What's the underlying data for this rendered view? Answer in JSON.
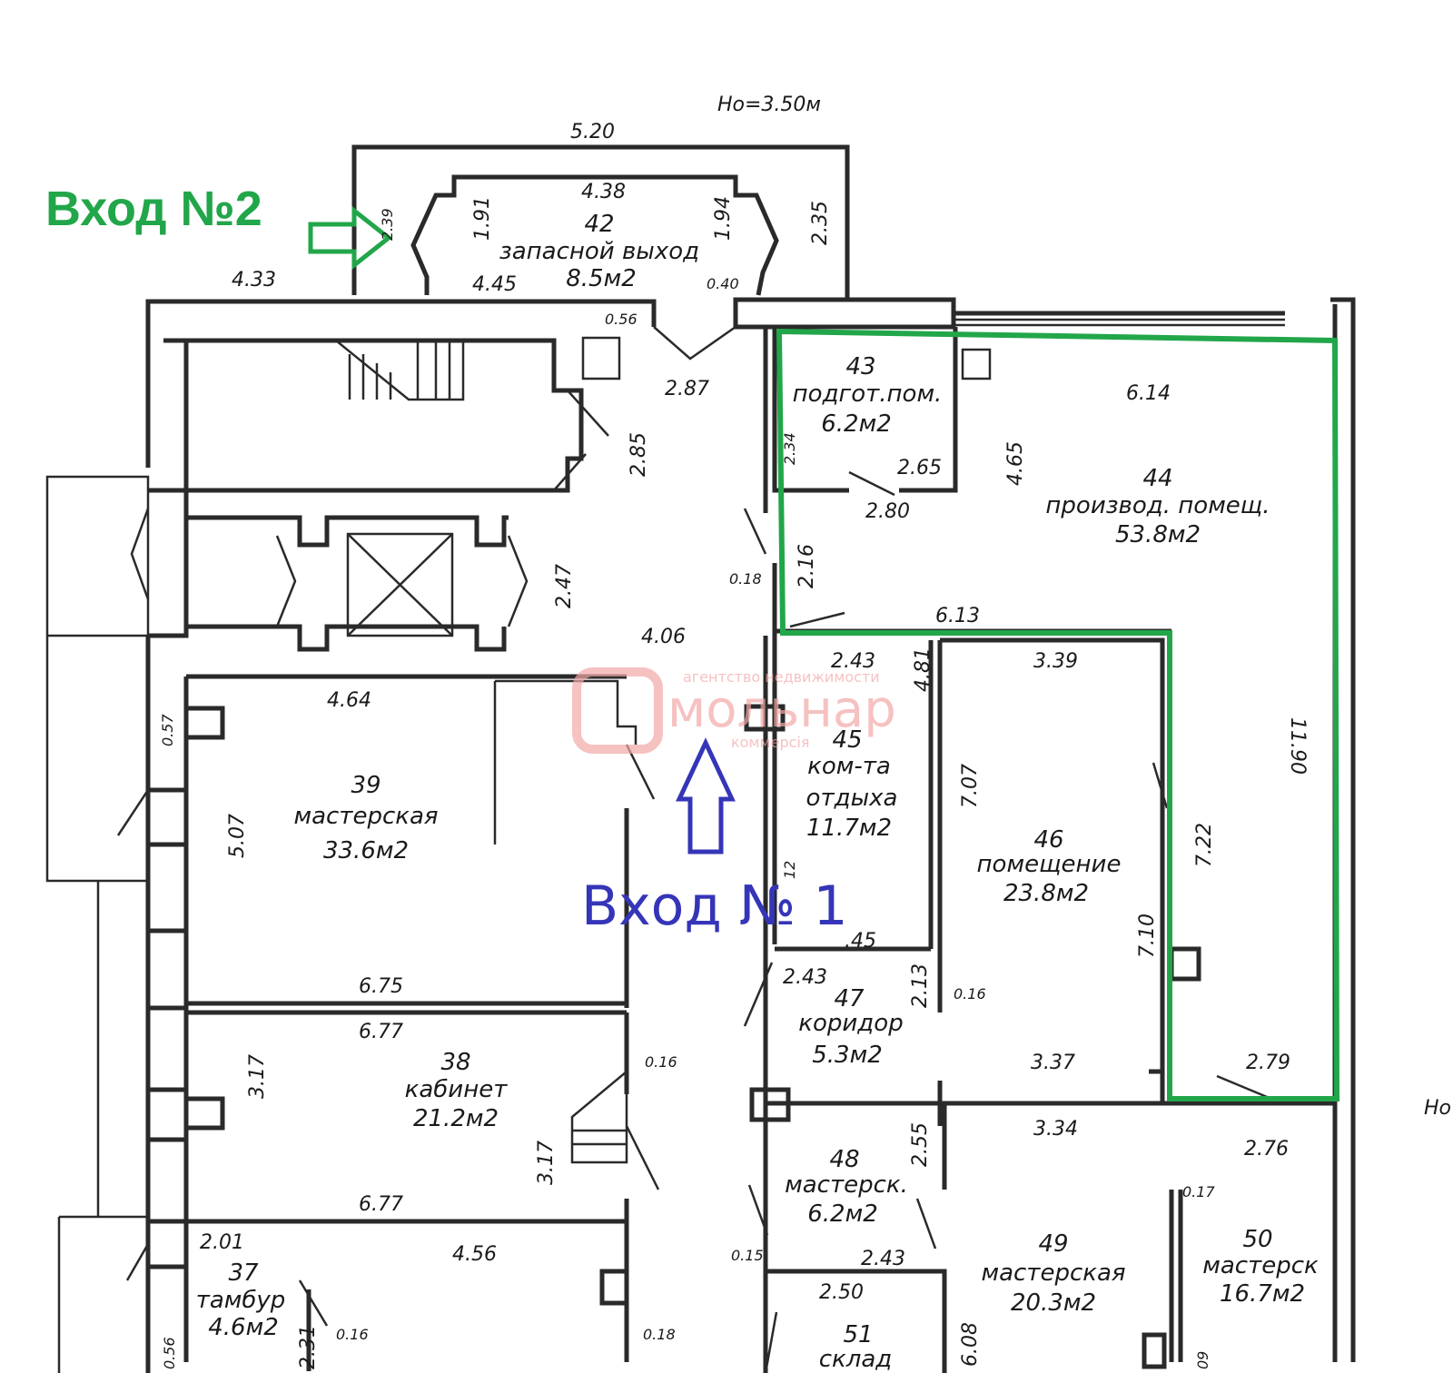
{
  "header": {
    "ceiling_height": "Hо=3.50м",
    "ceiling_height_right": "Hо="
  },
  "entrances": {
    "entrance2": {
      "label": "Вход №2",
      "color": "#22a64a"
    },
    "entrance1": {
      "label": "Вход № 1",
      "color": "#3535b8"
    }
  },
  "watermark": {
    "agency": "агентство недвижимости",
    "brand": "мольнар",
    "division": "коммерсія",
    "color": "#f3a8a8"
  },
  "highlight": {
    "color": "#22a64a"
  },
  "rooms": [
    {
      "id": "r42",
      "number": "42",
      "name": "запасной выход",
      "area": "8.5м2"
    },
    {
      "id": "r43",
      "number": "43",
      "name": "подгот.пом.",
      "area": "6.2м2"
    },
    {
      "id": "r44",
      "number": "44",
      "name": "производ. помещ.",
      "area": "53.8м2"
    },
    {
      "id": "r45",
      "number": "45",
      "name_line1": "ком-та",
      "name_line2": "отдыха",
      "area": "11.7м2"
    },
    {
      "id": "r46",
      "number": "46",
      "name": "помещение",
      "area": "23.8м2"
    },
    {
      "id": "r47",
      "number": "47",
      "name": "коридор",
      "area": "5.3м2"
    },
    {
      "id": "r39",
      "number": "39",
      "name": "мастерская",
      "area": "33.6м2"
    },
    {
      "id": "r38",
      "number": "38",
      "name": "кабинет",
      "area": "21.2м2"
    },
    {
      "id": "r37",
      "number": "37",
      "name": "тамбур",
      "area": "4.6м2"
    },
    {
      "id": "r48",
      "number": "48",
      "name": "мастерск.",
      "area": "6.2м2"
    },
    {
      "id": "r49",
      "number": "49",
      "name": "мастерская",
      "area": "20.3м2"
    },
    {
      "id": "r50",
      "number": "50",
      "name": "мастерск",
      "area": "16.7м2"
    },
    {
      "id": "r51",
      "number": "51",
      "name": "склад",
      "area": ""
    }
  ],
  "dimensions": {
    "d520": "5.20",
    "d438": "4.38",
    "d191": "1.91",
    "d194": "1.94",
    "d235": "2.35",
    "d445": "4.45",
    "d040": "0.40",
    "d433": "4.33",
    "d056": "0.56",
    "d287": "2.87",
    "d285": "2.85",
    "d247": "2.47",
    "d406": "4.06",
    "d018a": "0.18",
    "d216": "2.16",
    "d234": "2.34",
    "d265": "2.65",
    "d280": "2.80",
    "d465": "4.65",
    "d614": "6.14",
    "d613": "6.13",
    "d243a": "2.43",
    "d481": "4.81",
    "d339": "3.39",
    "d1190": "11.90",
    "d707": "7.07",
    "d722": "7.22",
    "d710": "7.10",
    "d464": "4.64",
    "d057": "0.57",
    "d507": "5.07",
    "d675": "6.75",
    "d677a": "6.77",
    "d317a": "3.17",
    "d317b": "3.17",
    "d016a": "0.16",
    "d677b": "6.77",
    "d243b": "2.43",
    "d213": "2.13",
    "d016b": "0.16",
    "d337": "3.37",
    "d279": "2.79",
    "d334": "3.34",
    "d276": "2.76",
    "d255": "2.55",
    "d017": "0.17",
    "d015": "0.15",
    "d243c": "2.43",
    "d250": "2.50",
    "d608": "6.08",
    "d201": "2.01",
    "d456": "4.56",
    "d016c": "0.16",
    "d018b": "0.18",
    "d056b": "0.56",
    "d231": "2.31",
    "d145": ".45",
    "d12": "12",
    "d09": "09",
    "d239": "2.39"
  }
}
